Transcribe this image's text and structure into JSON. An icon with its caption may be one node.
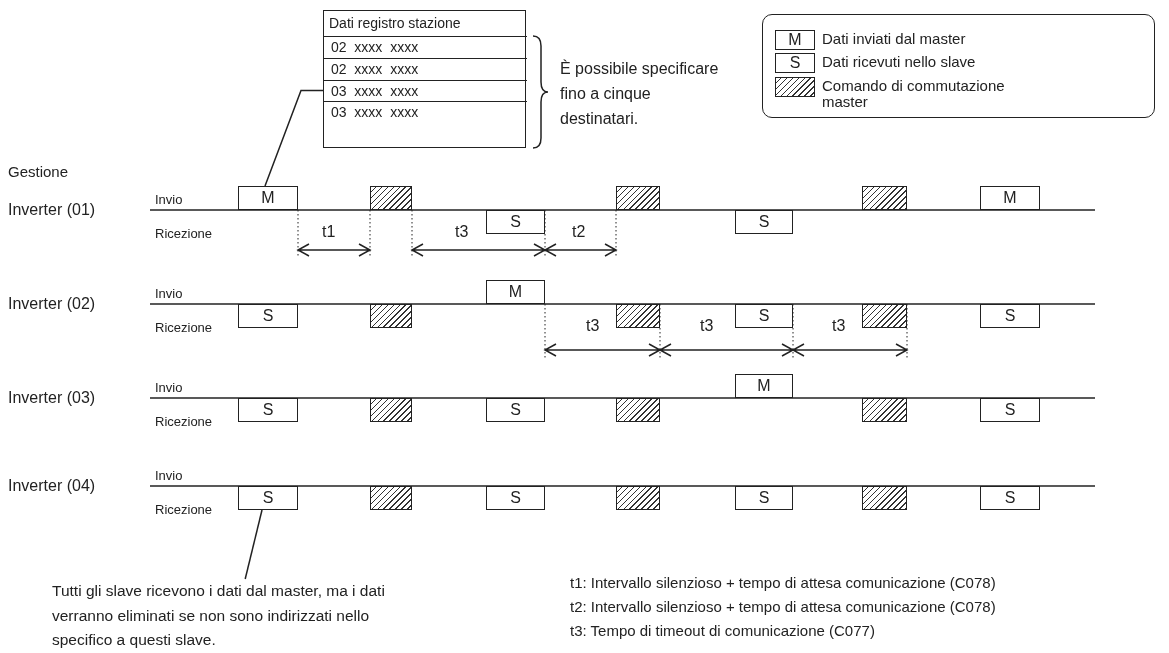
{
  "diagram": {
    "nodes": [
      {
        "text": [
          "Dati registro stazione"
        ]
      },
      {
        "text": [
          "02  xxxx  xxxx"
        ],
        "in": 0
      },
      {
        "text": [
          "02  xxxx  xxxx"
        ],
        "in": 0
      },
      {
        "text": [
          "03  xxxx  xxxx"
        ],
        "in": 0
      },
      {
        "text": [
          "03  xxxx  xxxx"
        ],
        "in": 0
      },
      {
        "text": [
          "M"
        ]
      },
      {
        "text": [],
        "shape": "box"
      },
      {
        "text": [
          "S"
        ]
      },
      {
        "text": [],
        "shape": "box"
      },
      {
        "text": [
          "S"
        ]
      },
      {
        "text": [],
        "shape": "box"
      },
      {
        "text": [
          "M"
        ]
      },
      {
        "text": [
          "S"
        ]
      },
      {
        "text": [],
        "shape": "box"
      },
      {
        "text": [
          "M"
        ]
      },
      {
        "text": [],
        "shape": "box"
      },
      {
        "text": [
          "S"
        ]
      },
      {
        "text": [],
        "shape": "box"
      },
      {
        "text": [
          "S"
        ]
      },
      {
        "text": [
          "S"
        ]
      },
      {
        "text": [],
        "shape": "box"
      },
      {
        "text": [
          "S"
        ]
      },
      {
        "text": [],
        "shape": "box"
      },
      {
        "text": [
          "M"
        ]
      },
      {
        "text": [],
        "shape": "box"
      },
      {
        "text": [
          "S"
        ]
      },
      {
        "text": [
          "S"
        ]
      },
      {
        "text": [],
        "shape": "box"
      },
      {
        "text": [
          "S"
        ]
      },
      {
        "text": [],
        "shape": "box"
      },
      {
        "text": [
          "S"
        ]
      },
      {
        "text": [],
        "shape": "box"
      },
      {
        "text": [
          "S"
        ]
      },
      {
        "text": [
          "Tutti gli slave ricevono i dati dal master, ma i dati verranno eliminati se non sono indirizzati nello specifico a questi slave."
        ]
      }
    ],
    "edges": [
      {
        "from": 3,
        "to": 5,
        "arrow": "none"
      },
      {
        "from": 33,
        "to": 26,
        "arrow": "none"
      }
    ],
    "labels": [
      "È possibile specificare fino a cinque destinatari.",
      "M",
      "S",
      "Gestione",
      "Inverter (01)",
      "Invio",
      "Ricezione",
      "t1",
      "t3",
      "t2",
      "Inverter (02)",
      "Invio",
      "Ricezione",
      "t3",
      "t3",
      "t3",
      "Inverter (03)",
      "Invio",
      "Ricezione",
      "Inverter (04)",
      "Invio",
      "Ricezione",
      "t1: Intervallo silenzioso + tempo di attesa comunicazione (C078)",
      "t2: Intervallo silenzioso + tempo di attesa comunicazione (C078)",
      "t3: Tempo di timeout di comunicazione (C077)"
    ],
    "legend": [
      {
        "text": "Dati inviati dal master"
      },
      {
        "text": "Dati ricevuti nello slave"
      },
      {
        "text": "Comando di commutazione master"
      }
    ]
  }
}
